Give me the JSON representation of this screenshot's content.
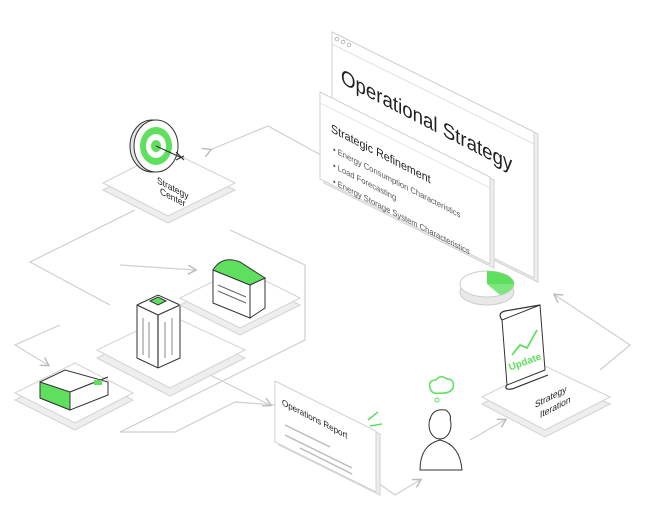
{
  "strategy_panel": {
    "title": "Operational Strategy",
    "subtitle": "Strategic Refinement",
    "items": [
      "Energy Consumption Characteristics",
      "Load Forecasting",
      "Energy Storage System Characteristics"
    ]
  },
  "nodes": {
    "strategy_center": [
      "Strategy",
      "Center"
    ],
    "operations_report": "Operations Report",
    "strategy_iteration": [
      "Strategy",
      "Iteration"
    ],
    "update_label": "Update"
  },
  "colors": {
    "accent": "#5ee05e",
    "line": "#cfcfcf",
    "ink": "#222222"
  }
}
